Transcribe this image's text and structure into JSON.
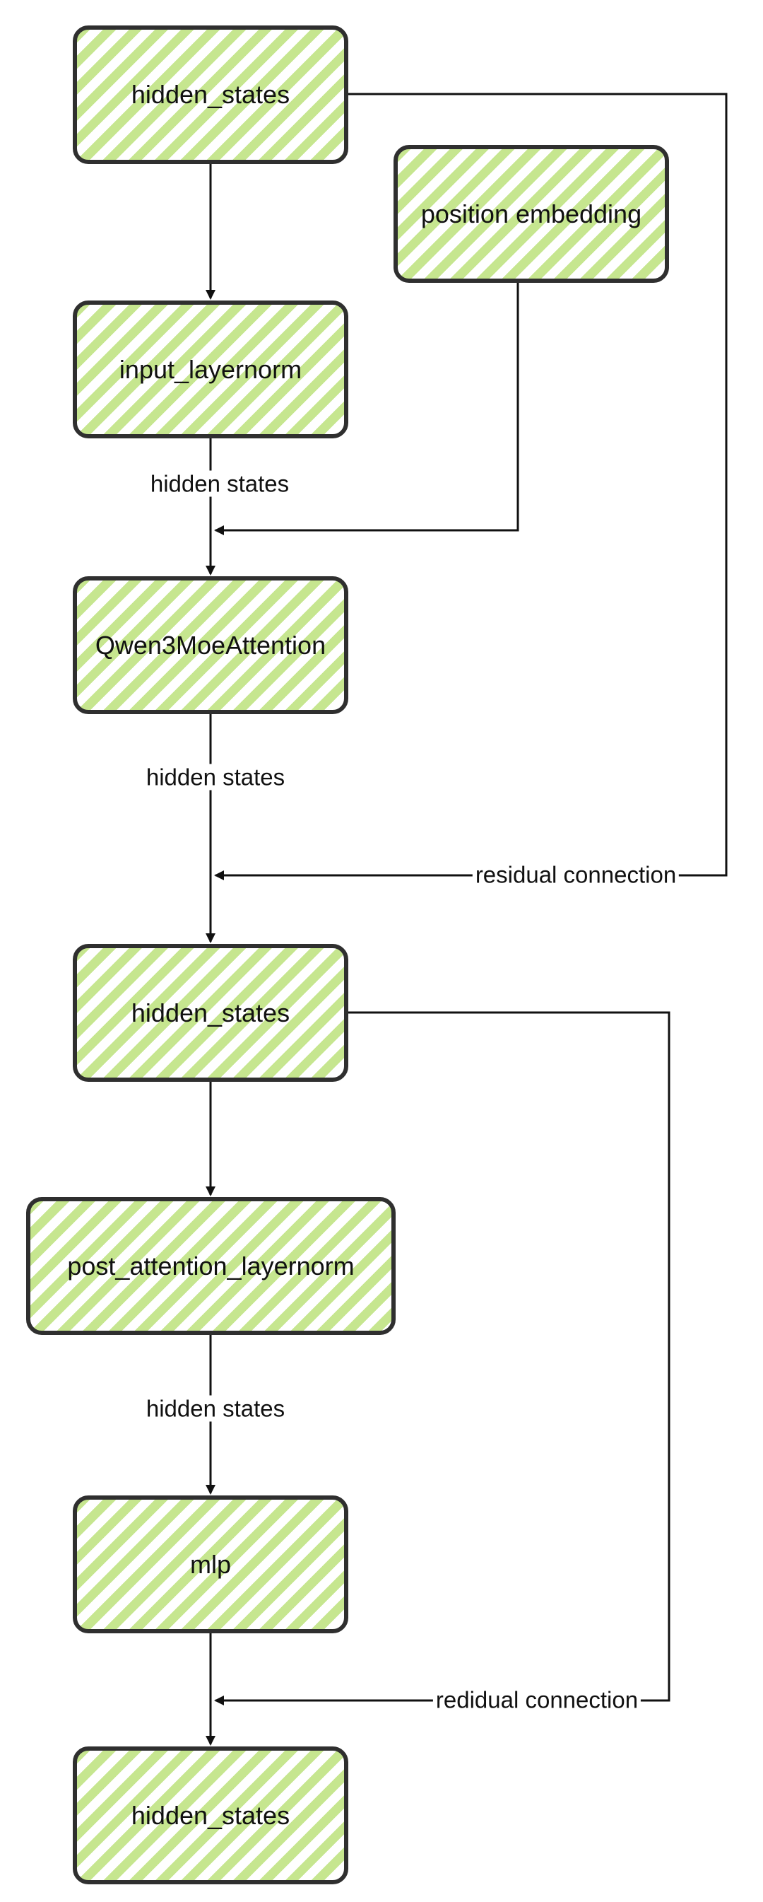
{
  "diagram": {
    "nodes": {
      "hidden_states_1": "hidden_states",
      "position_embedding": "position embedding",
      "input_layernorm": "input_layernorm",
      "attention": "Qwen3MoeAttention",
      "hidden_states_2": "hidden_states",
      "post_attention_layernorm": "post_attention_layernorm",
      "mlp": "mlp",
      "hidden_states_3": "hidden_states"
    },
    "edge_labels": {
      "hidden_states_a": "hidden states",
      "hidden_states_b": "hidden states",
      "residual_1": "residual connection",
      "hidden_states_c": "hidden states",
      "residual_2": "redidual connection"
    },
    "colors": {
      "node_fill_stripe": "#c6e68f",
      "node_border": "#2f2f2f",
      "line": "#111111"
    }
  }
}
